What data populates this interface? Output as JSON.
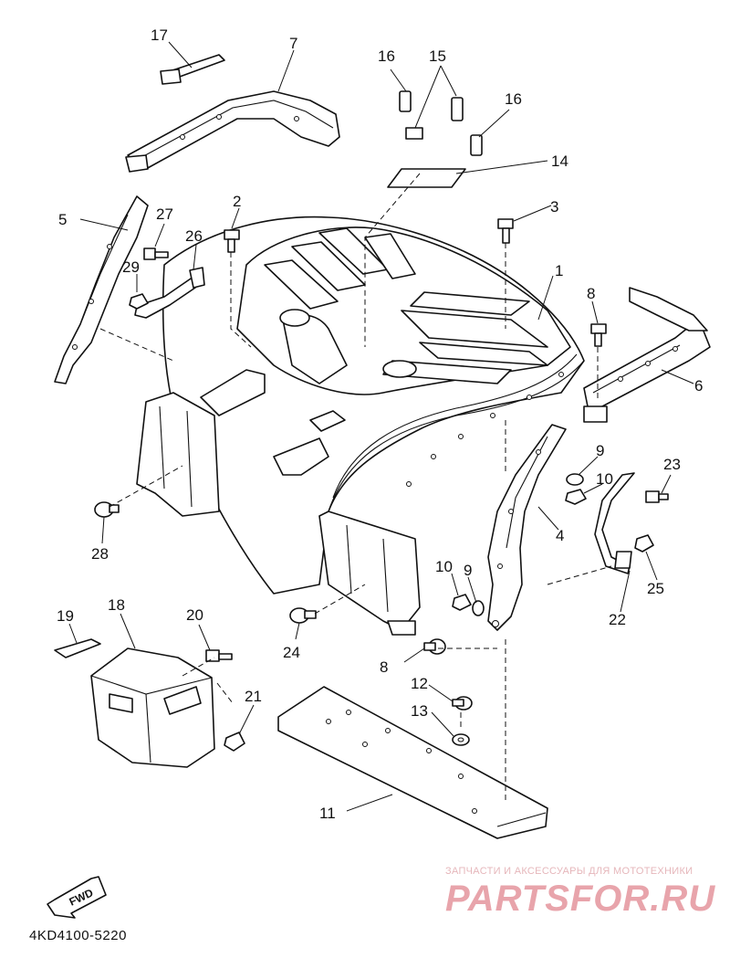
{
  "diagram": {
    "drawing_code": "4KD4100-5220",
    "fwd_label": "FWD",
    "callouts": {
      "c1": "1",
      "c2": "2",
      "c3": "3",
      "c4": "4",
      "c5": "5",
      "c6": "6",
      "c7": "7",
      "c8a": "8",
      "c8b": "8",
      "c9a": "9",
      "c9b": "9",
      "c10a": "10",
      "c10b": "10",
      "c11": "11",
      "c12": "12",
      "c13": "13",
      "c14": "14",
      "c15": "15",
      "c16a": "16",
      "c16b": "16",
      "c17": "17",
      "c18": "18",
      "c19": "19",
      "c20": "20",
      "c21": "21",
      "c22": "22",
      "c23": "23",
      "c24": "24",
      "c25": "25",
      "c26": "26",
      "c27": "27",
      "c28": "28",
      "c29": "29"
    }
  },
  "watermark": {
    "tagline": "ЗАПЧАСТИ И АКСЕССУАРЫ ДЛЯ МОТОТЕХНИКИ",
    "logo": "PARTSFOR.RU",
    "color": "#e8a4ab"
  }
}
